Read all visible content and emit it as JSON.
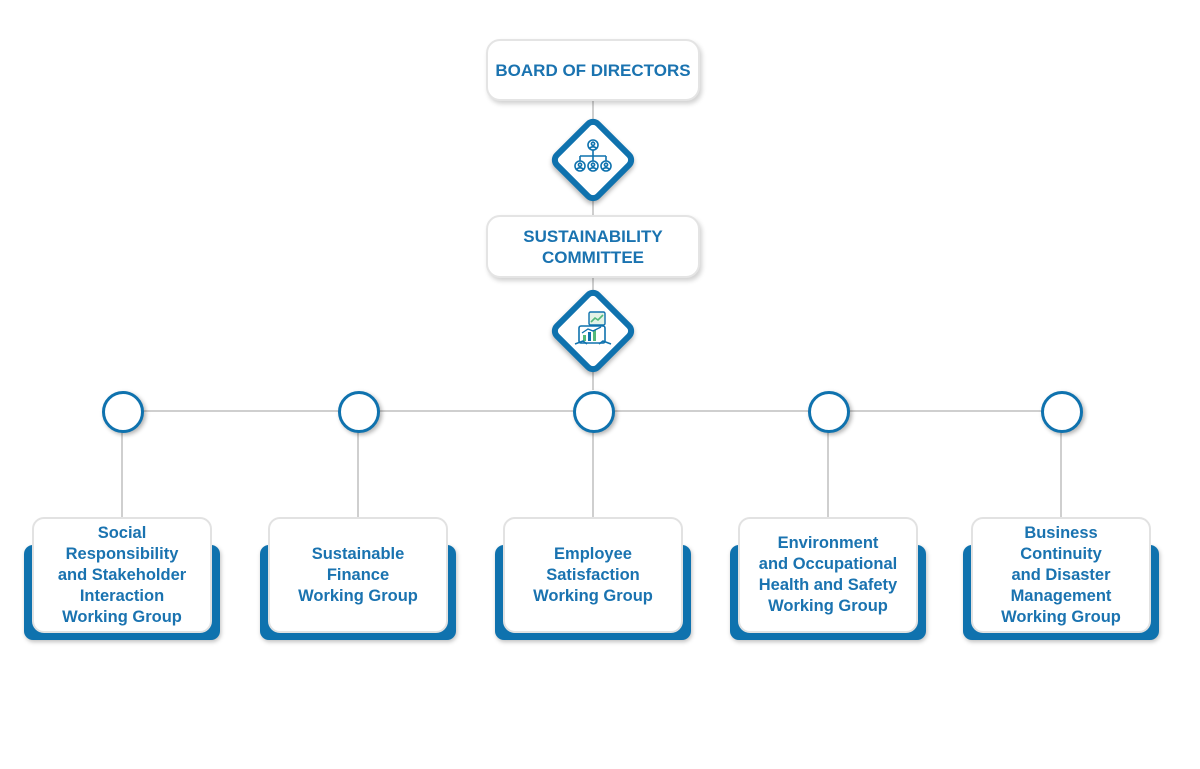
{
  "board": {
    "lines": [
      "BOARD OF DIRECTORS"
    ]
  },
  "committee": {
    "lines": [
      "SUSTAINABILITY",
      "COMMITTEE"
    ]
  },
  "icons": {
    "top": "org-hierarchy-icon",
    "middle": "growth-dashboard-icon"
  },
  "working_groups": [
    {
      "lines": [
        "Social",
        "Responsibility",
        "and Stakeholder",
        "Interaction",
        "Working Group"
      ]
    },
    {
      "lines": [
        "Sustainable",
        "Finance",
        "Working Group"
      ]
    },
    {
      "lines": [
        "Employee",
        "Satisfaction",
        "Working Group"
      ]
    },
    {
      "lines": [
        "Environment",
        "and Occupational",
        "Health and Safety",
        "Working Group"
      ]
    },
    {
      "lines": [
        "Business",
        "Continuity",
        "and Disaster",
        "Management",
        "Working Group"
      ]
    }
  ],
  "colors": {
    "accent": "#0f72ae",
    "text": "#1a73b0",
    "connector": "#cfcfcf",
    "box_border": "#e4e4e4"
  }
}
